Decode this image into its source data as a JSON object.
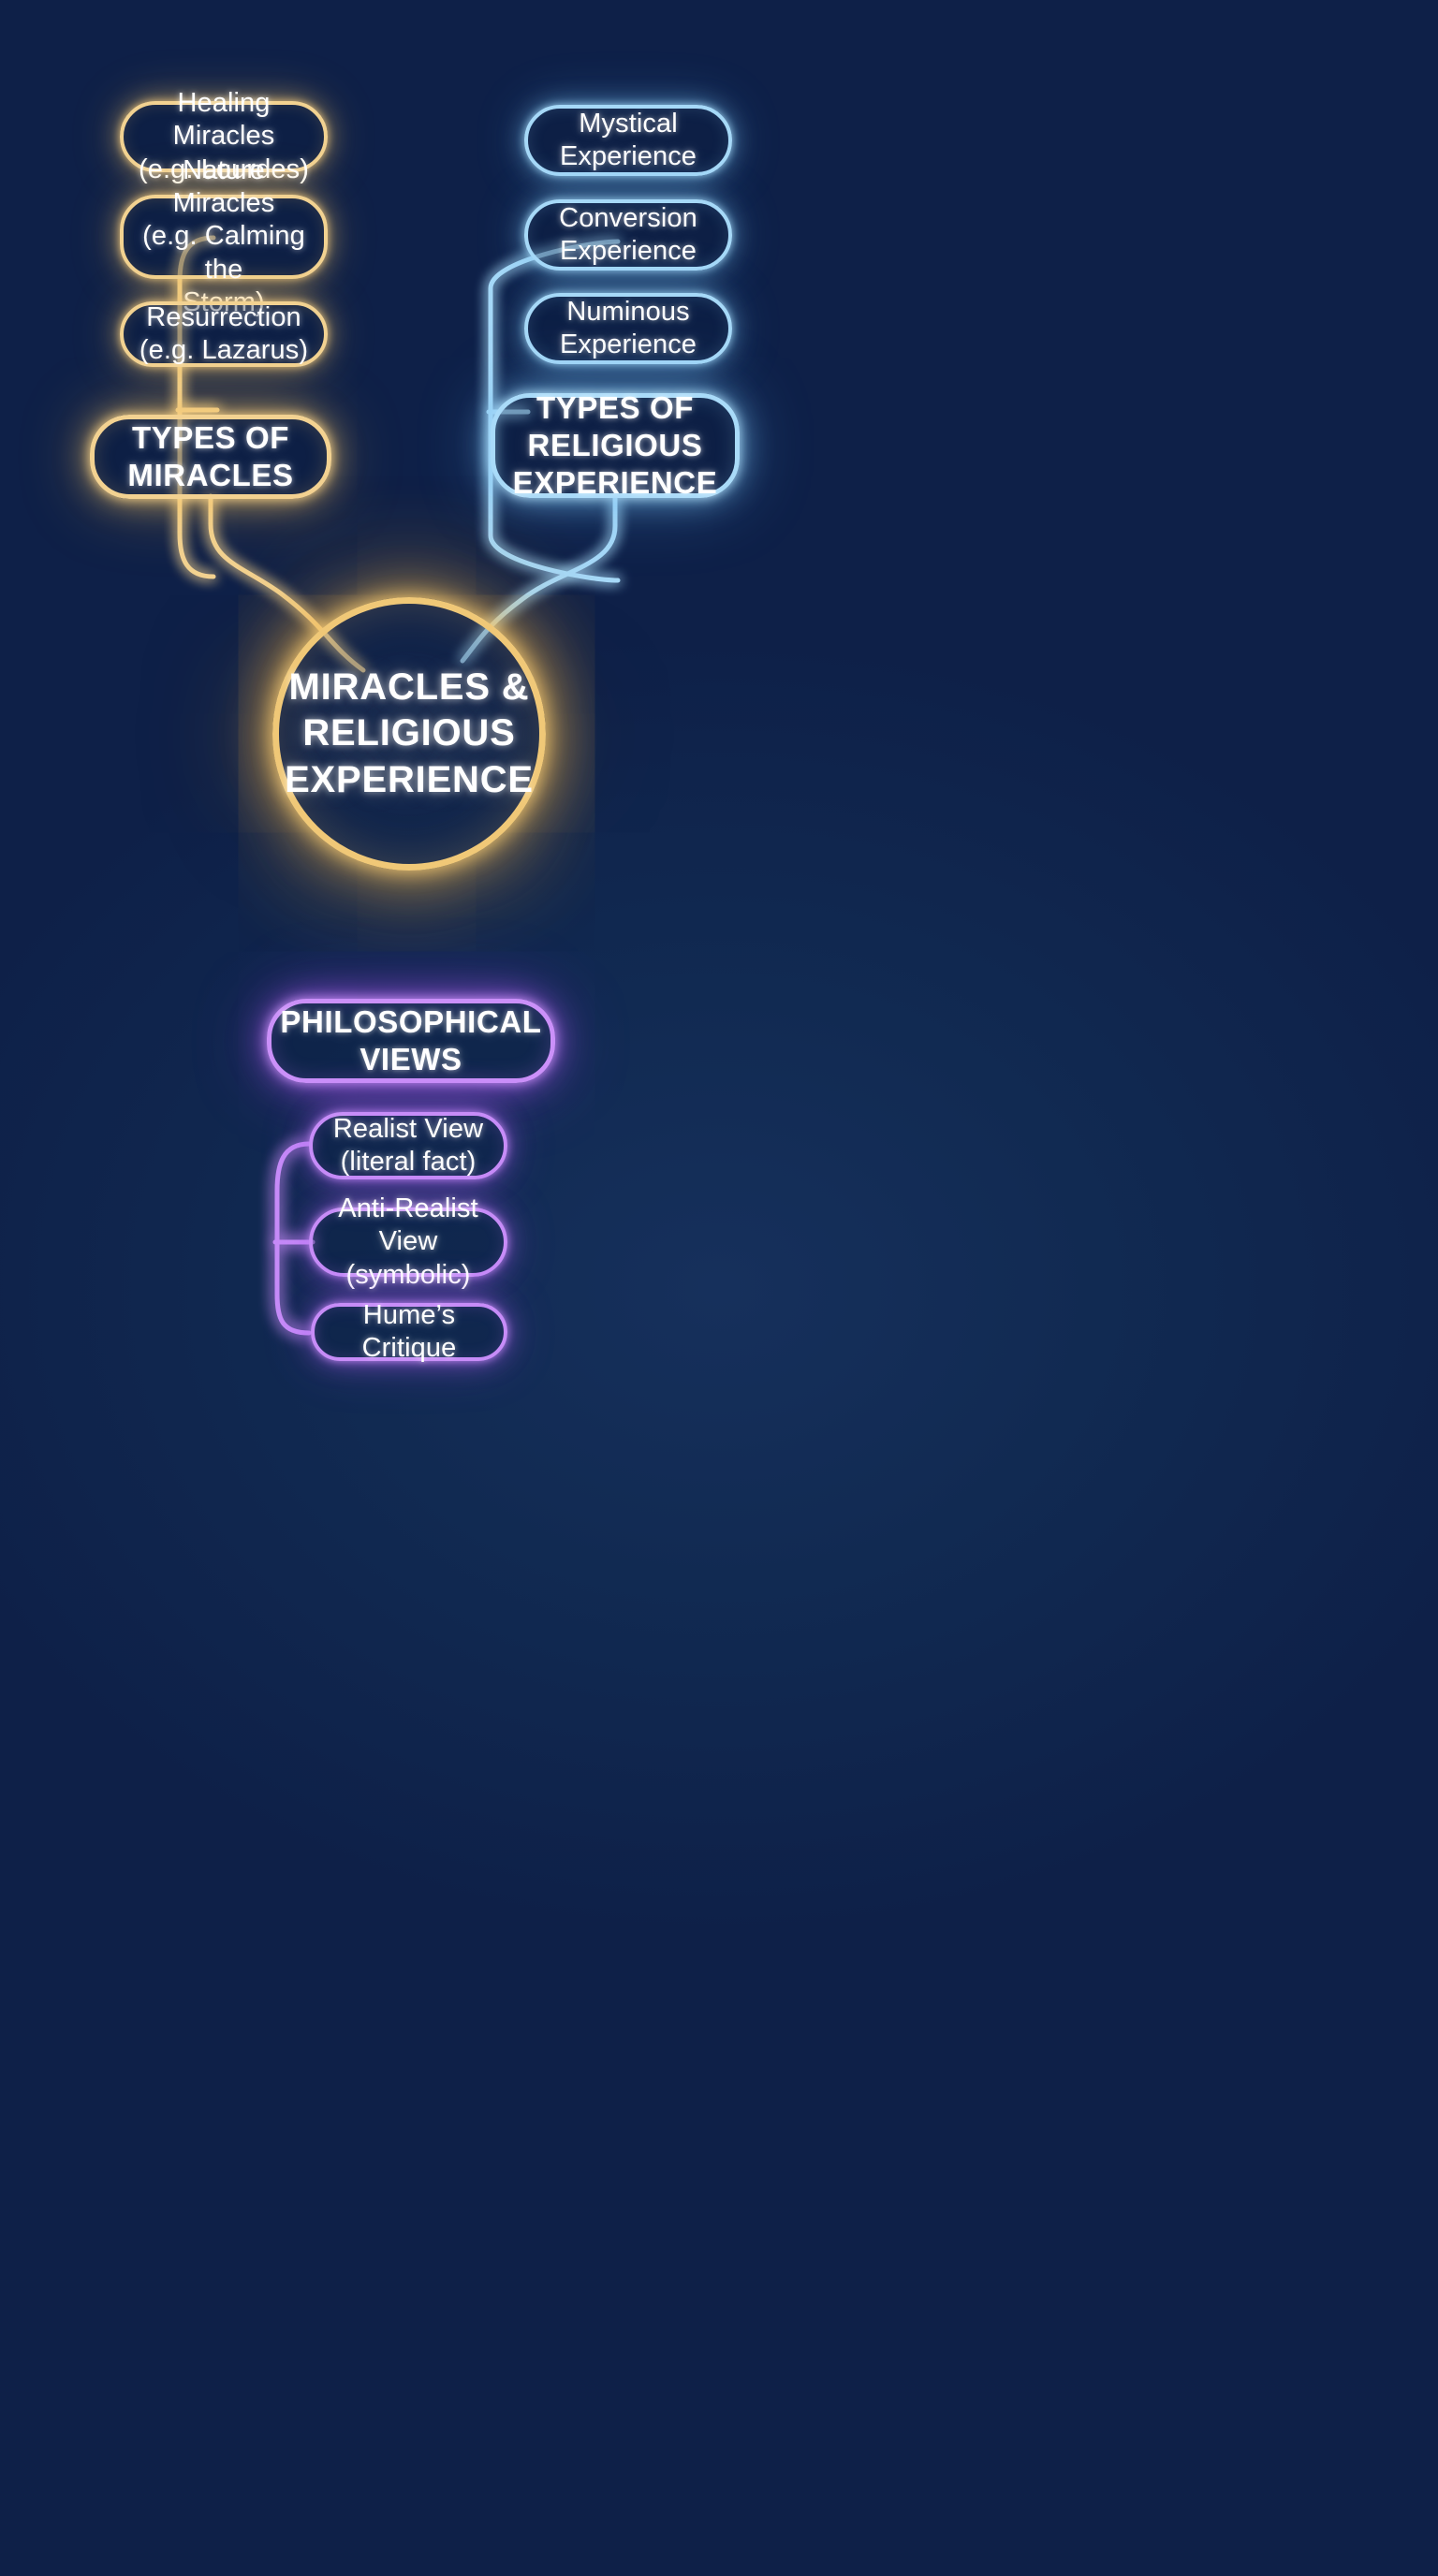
{
  "palette": {
    "background": "#112a52",
    "gold": "#f2d291",
    "blue": "#a6d9f8",
    "purple": "#c78cf8",
    "central_ring": "#f0c877",
    "text": "#ffffff"
  },
  "central": {
    "label": "MIRACLES &\nRELIGIOUS\nEXPERIENCE"
  },
  "branches": [
    {
      "id": "types-of-miracles",
      "label": "TYPES OF\nMIRACLES",
      "color": "#f2d291",
      "children": [
        {
          "label": "Healing Miracles\n(e.g. Lourdes)"
        },
        {
          "label": "Nature Miracles\n(e.g. Calming the\nStorm)"
        },
        {
          "label": "Resurrection\n(e.g. Lazarus)"
        }
      ]
    },
    {
      "id": "types-of-religious-experience",
      "label": "TYPES OF\nRELIGIOUS\nEXPERIENCE",
      "color": "#a6d9f8",
      "children": [
        {
          "label": "Mystical\nExperience"
        },
        {
          "label": "Conversion\nExperience"
        },
        {
          "label": "Numinous\nExperience"
        }
      ]
    },
    {
      "id": "philosophical-views",
      "label": "PHILOSOPHICAL\nVIEWS",
      "color": "#c78cf8",
      "children": [
        {
          "label": "Realist View\n(literal fact)"
        },
        {
          "label": "Anti-Realist View\n(symbolic)"
        },
        {
          "label": "Hume’s Critique"
        }
      ]
    }
  ]
}
